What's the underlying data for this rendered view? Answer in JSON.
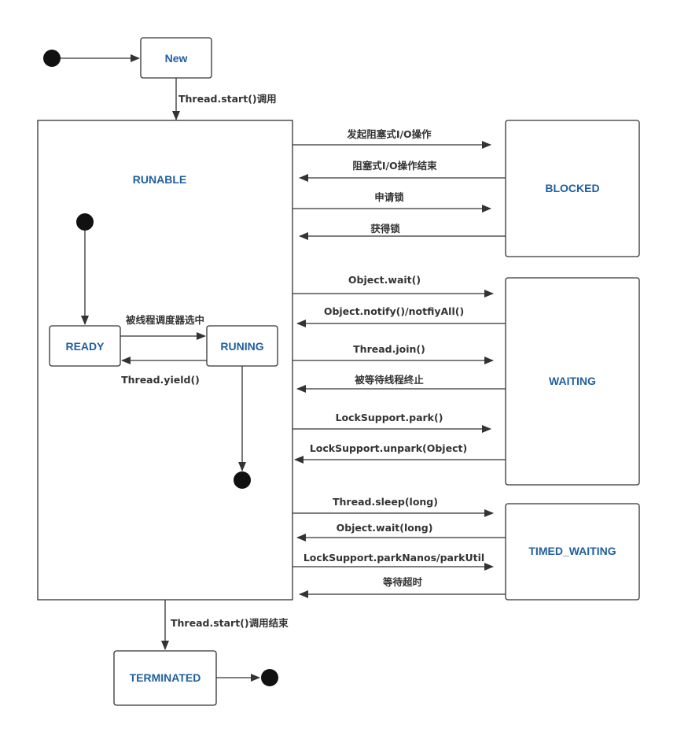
{
  "states": {
    "new": "New",
    "runable": "RUNABLE",
    "ready": "READY",
    "runing": "RUNING",
    "blocked": "BLOCKED",
    "waiting": "WAITING",
    "timed_waiting": "TIMED_WAITING",
    "terminated": "TERMINATED"
  },
  "transitions": {
    "start": "Thread.start()调用",
    "selected_by_scheduler": "被线程调度器选中",
    "yield": "Thread.yield()",
    "blocking_io_start": "发起阻塞式I/O操作",
    "blocking_io_end": "阻塞式I/O操作结束",
    "request_lock": "申请锁",
    "acquire_lock": "获得锁",
    "object_wait": "Object.wait()",
    "object_notify": "Object.notify()/notfiyAll()",
    "thread_join": "Thread.join()",
    "joined_thread_ends": "被等待线程终止",
    "lock_park": "LockSupport.park()",
    "lock_unpark": "LockSupport.unpark(Object)",
    "thread_sleep": "Thread.sleep(long)",
    "object_wait_timed": "Object.wait(long)",
    "park_nanos": "LockSupport.parkNanos/parkUtil",
    "timeout": "等待超时",
    "start_end": "Thread.start()调用结束"
  },
  "colors": {
    "state_label": "#1f5fa0",
    "edge": "#333333",
    "pseudo_state": "#111111"
  }
}
